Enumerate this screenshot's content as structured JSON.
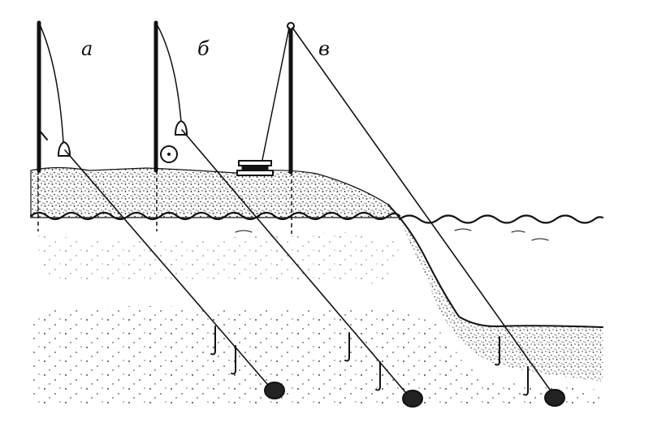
{
  "labels": {
    "a": "а",
    "b": "б",
    "v": "в"
  },
  "colors": {
    "ink": "#111111",
    "paper": "#ffffff"
  },
  "rigs": [
    {
      "id": "a",
      "pole": "pole-icon",
      "signal": "bell-icon",
      "hooks": 2,
      "sinker": "sinker-icon"
    },
    {
      "id": "b",
      "pole": "pole-icon",
      "signal": "bell-icon",
      "extra": "reel-icon",
      "hooks": 2,
      "sinker": "sinker-icon"
    },
    {
      "id": "v",
      "pole": "pole-icon",
      "extra": "spool-icon",
      "hooks": 2,
      "sinker": "sinker-icon"
    }
  ]
}
